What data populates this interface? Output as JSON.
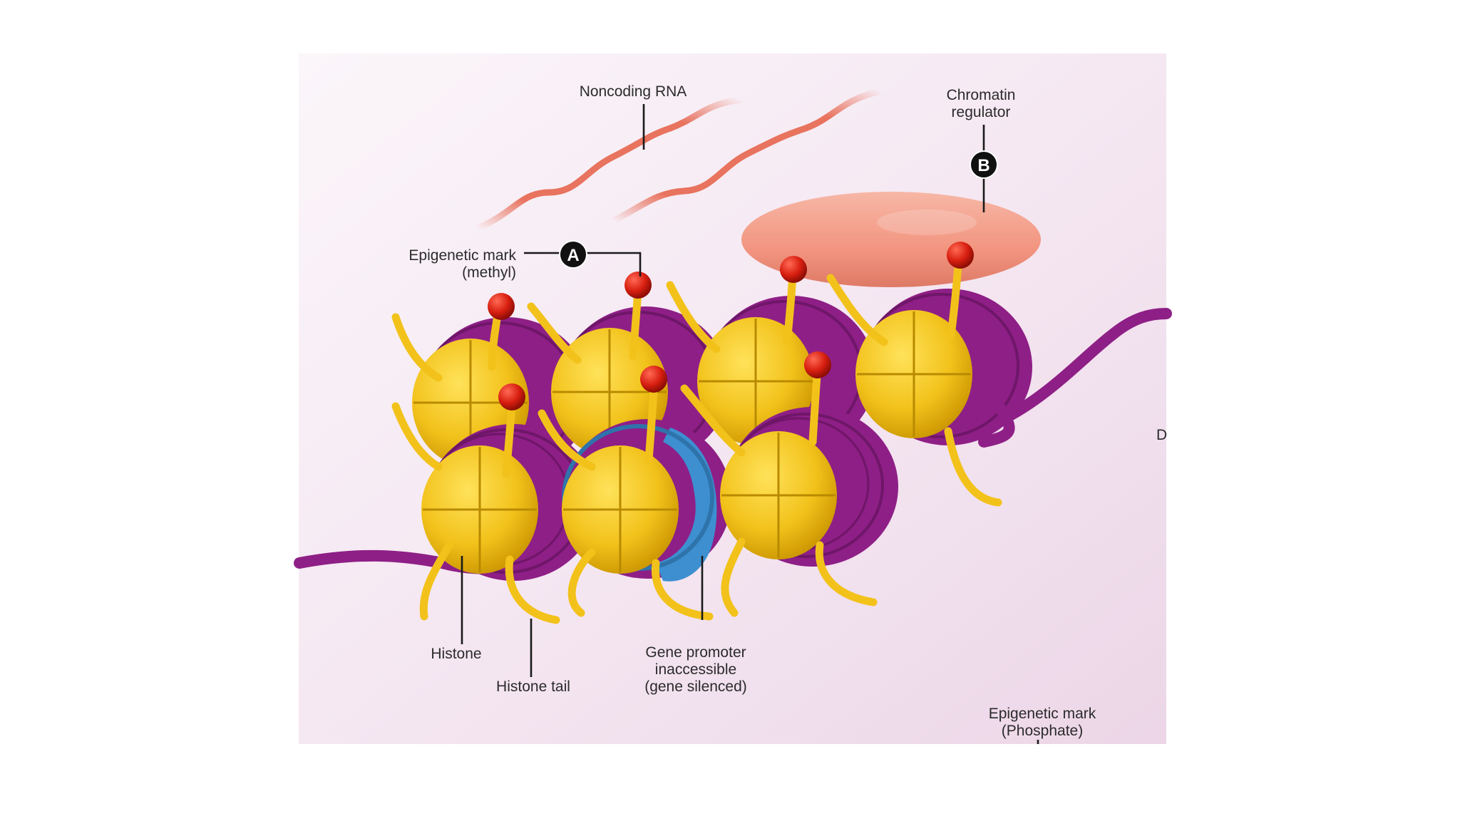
{
  "labels": {
    "noncoding_rna": "Noncoding RNA",
    "chromatin_regulator_line1": "Chromatin",
    "chromatin_regulator_line2": "regulator",
    "epigenetic_mark_line1": "Epigenetic mark",
    "epigenetic_mark_line2": "(methyl)",
    "histone": "Histone",
    "histone_tail": "Histone tail",
    "gene_promoter_line1": "Gene promoter",
    "gene_promoter_line2": "inaccessible",
    "gene_promoter_line3": "(gene silenced)",
    "phosphate_line1": "Epigenetic mark",
    "phosphate_line2": "(Phosphate)",
    "cutoff_letter": "D"
  },
  "badges": {
    "a": "A",
    "b": "B"
  },
  "colors": {
    "panel_bg": "#f6e9f3",
    "histone_yellow": "#f2c21b",
    "dna_purple": "#8e1f86",
    "methyl_red": "#d81f10",
    "promoter_blue": "#3d8fd0",
    "rna_salmon": "#e8735e",
    "regulator_salmon": "#f39a86"
  }
}
